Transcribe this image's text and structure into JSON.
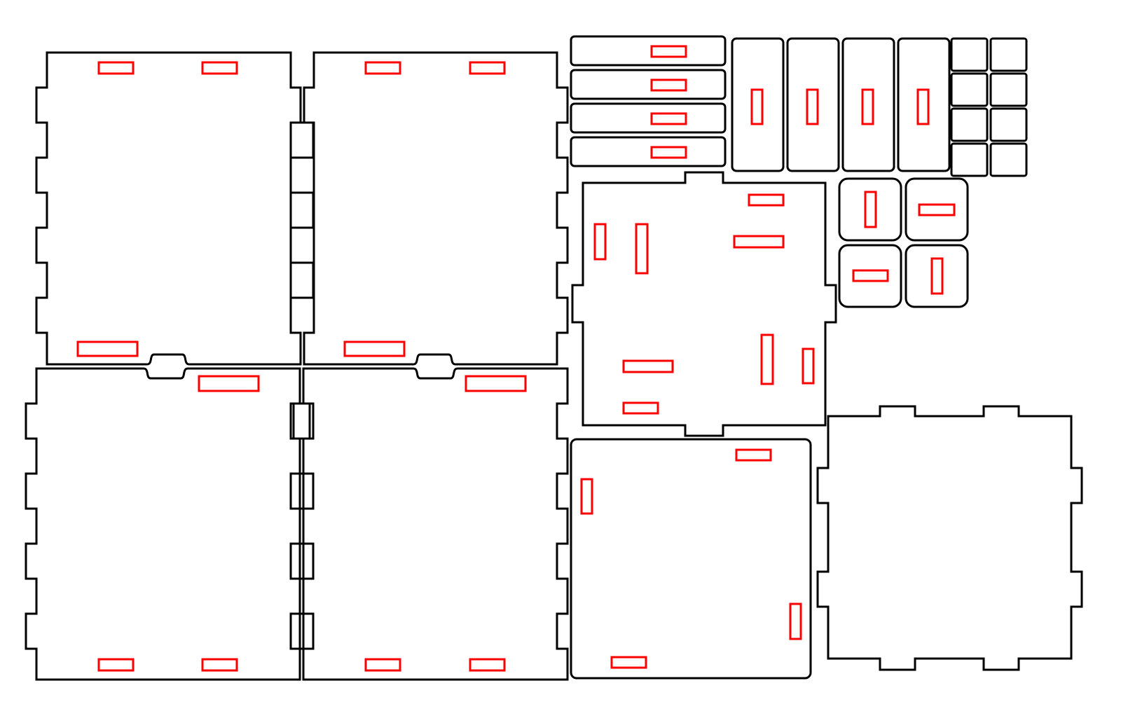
{
  "colors": {
    "background": "#ffffff",
    "cut_outline": "#000000",
    "slot_outline": "#ff0000"
  },
  "legend": {
    "cut_outline_meaning": "",
    "slot_outline_meaning": ""
  },
  "parts": [
    {
      "id": "side-wall-top-left",
      "type": "finger-jointed panel"
    },
    {
      "id": "side-wall-top-middle",
      "type": "finger-jointed panel"
    },
    {
      "id": "side-wall-bottom-left",
      "type": "finger-jointed panel"
    },
    {
      "id": "side-wall-bottom-middle",
      "type": "finger-jointed panel"
    },
    {
      "id": "base-plate",
      "type": "cross-tab panel"
    },
    {
      "id": "lid-plate",
      "type": "rounded panel"
    },
    {
      "id": "end-plate",
      "type": "cross-tab panel"
    },
    {
      "id": "horizontal-strips",
      "type": "rounded strip",
      "count": 4
    },
    {
      "id": "vertical-strips",
      "type": "rounded strip",
      "count": 4
    },
    {
      "id": "small-tiles",
      "type": "rounded tile",
      "count": 4
    },
    {
      "id": "square-tiles",
      "type": "square tile",
      "count": 8
    }
  ]
}
